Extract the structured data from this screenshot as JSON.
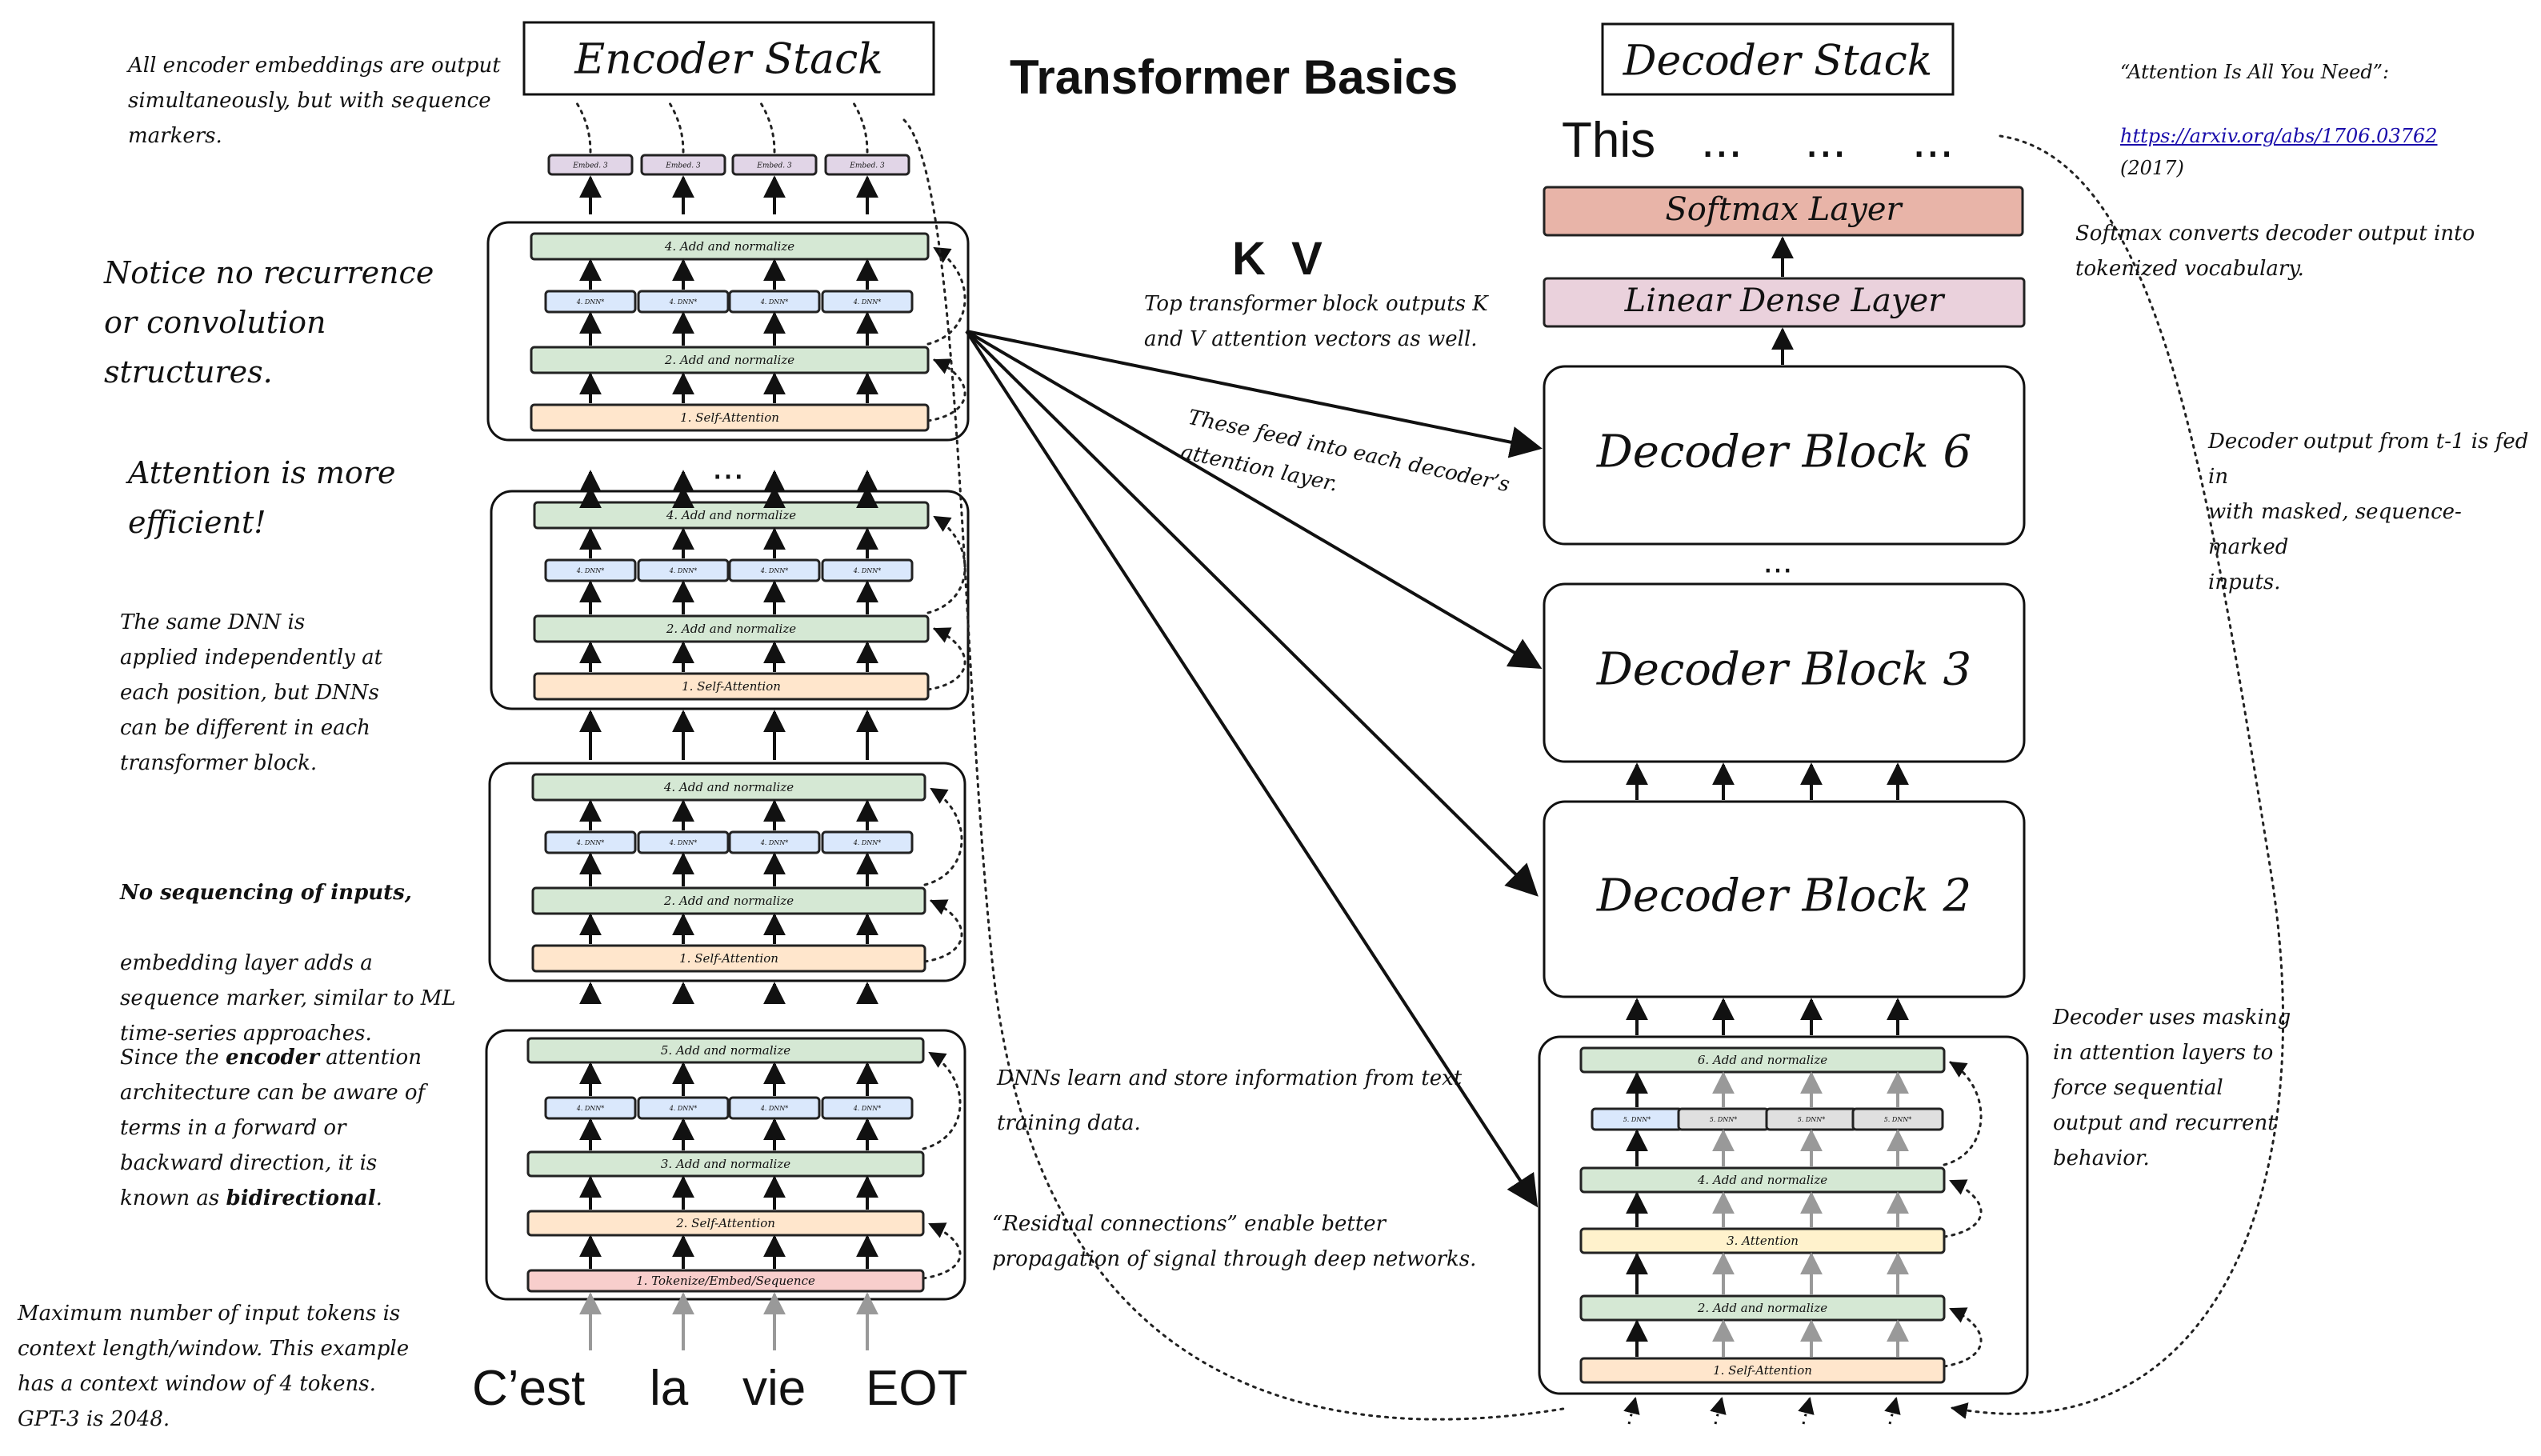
{
  "title": "Transformer Basics",
  "reference": {
    "paper": "“Attention Is All You Need”:",
    "url": "https://arxiv.org/abs/1706.03762",
    "year": "(2017)"
  },
  "encoder": {
    "header": "Encoder Stack",
    "input_tokens": [
      "C’est",
      "la",
      "vie",
      "EOT"
    ],
    "embedding_label": "Embed. 3",
    "dnn_label": "4. DNN*",
    "block_labels": {
      "add_norm_top": "4. Add and normalize",
      "add_norm_mid": "2. Add and normalize",
      "self_attention": "1. Self-Attention"
    },
    "first_block_labels": {
      "add_norm_top": "5. Add and normalize",
      "add_norm_mid": "3. Add and normalize",
      "self_attention": "2. Self-Attention",
      "tokenize": "1. Tokenize/Embed/Sequence"
    },
    "ellipsis": "..."
  },
  "decoder": {
    "header": "Decoder Stack",
    "output_tokens": [
      "This",
      "...",
      "...",
      "..."
    ],
    "softmax": "Softmax Layer",
    "linear": "Linear Dense Layer",
    "blocks": [
      "Decoder Block 6",
      "Decoder Block 3",
      "Decoder Block 2"
    ],
    "ellipsis": "...",
    "first_block_labels": {
      "add_norm_6": "6. Add and normalize",
      "dnn": "5. DNN*",
      "add_norm_4": "4. Add and normalize",
      "attention": "3. Attention",
      "add_norm_2": "2. Add and normalize",
      "self_attention": "1. Self-Attention"
    }
  },
  "kv": {
    "label": "K  V"
  },
  "notes": {
    "output_simultaneous": "All encoder embeddings are output\nsimultaneously, but with sequence\nmarkers.",
    "no_recurrence": "Notice no recurrence\nor convolution\nstructures.",
    "efficient": "Attention is more\nefficient!",
    "same_dnn": "The same DNN is\napplied independently at\neach position, but DNNs\ncan be different in each\ntransformer block.",
    "no_sequencing_bold": "No sequencing of inputs,",
    "no_sequencing_rest": "embedding layer adds a\nsequence marker, similar to ML\ntime-series approaches.",
    "bidirectional_a": "Since the ",
    "bidirectional_b": "encoder",
    "bidirectional_c": " attention\narchitecture can be aware of\nterms in a forward or\nbackward direction, it is\nknown as ",
    "bidirectional_d": "bidirectional",
    "bidirectional_e": ".",
    "context_window": "Maximum number of input tokens is\ncontext length/window. This example\nhas a context window of 4 tokens.\nGPT-3 is 2048.",
    "top_block_kv": "Top transformer block outputs K\nand V attention vectors as well.",
    "feed_decoder": "These feed into each decoder’s\nattention layer.",
    "dnns_learn": "DNNs learn and store information from text\ntraining data.",
    "residual": "“Residual connections” enable better\npropagation of signal through deep networks.",
    "softmax_note": "Softmax converts decoder output into\ntokenized vocabulary.",
    "decoder_feed": "Decoder output from t-1 is fed in\nwith masked, sequence-marked\ninputs.",
    "masking": "Decoder uses masking\nin attention layers to\nforce sequential\noutput and recurrent\nbehavior."
  },
  "colors": {
    "green": "#d5e8d4",
    "blue": "#dae8fc",
    "orange": "#ffe6cc",
    "pink": "#f8cecc",
    "purple": "#e1d5e7",
    "yellow": "#fff2cc",
    "gray": "#e0e0e0",
    "softmax": "#e8b4a8",
    "linear": "#ead1dc"
  }
}
